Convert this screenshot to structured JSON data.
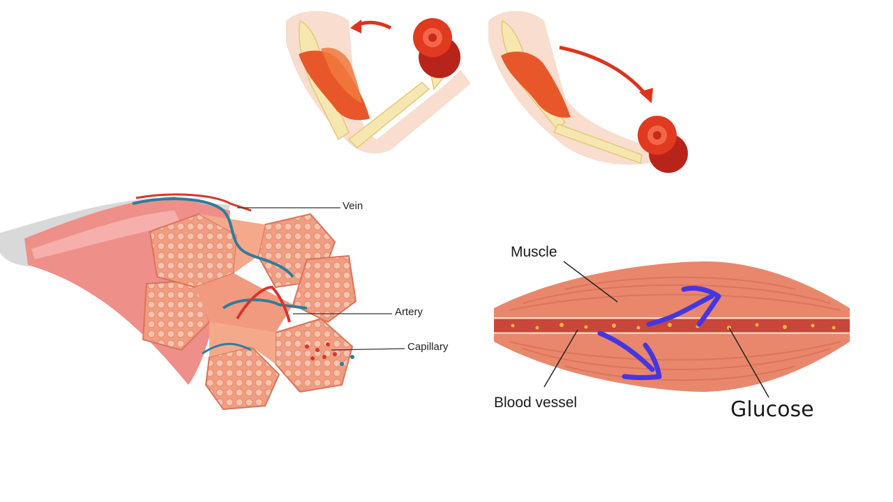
{
  "bundle_labels": {
    "vein": "Vein",
    "artery": "Artery",
    "capillary": "Capillary"
  },
  "vessel_labels": {
    "muscle": "Muscle",
    "blood_vessel": "Blood vessel",
    "glucose": "Glucose"
  },
  "colors": {
    "muscle_red": "#e8572a",
    "bone": "#f6e7b0",
    "skin": "#f7d4c2",
    "dumbbell": "#e03a20",
    "arrow_red": "#e0321d",
    "fascicle": "#f4a98b",
    "sheath": "#ef8f8a",
    "vein_blue": "#2f7c9c",
    "artery_red": "#d9342b",
    "vessel_muscle": "#e9876c",
    "vessel_core": "#c9463a",
    "glucose_dot": "#f3b640",
    "pen_stroke": "#4536e0"
  }
}
